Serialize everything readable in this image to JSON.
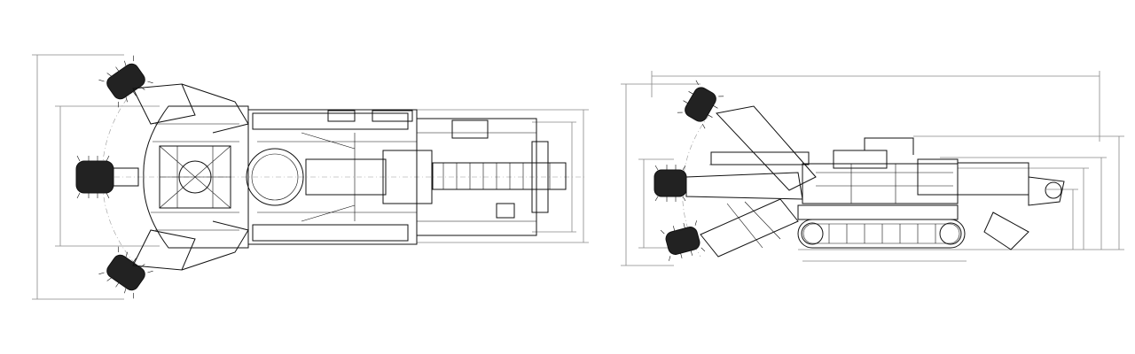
{
  "drawing": {
    "colors": {
      "background": "#ffffff",
      "line": "#111111",
      "dimension": "#888888"
    },
    "views": [
      {
        "id": "plan-view",
        "cutter_heads": 3
      },
      {
        "id": "side-view",
        "cutter_heads": 3
      }
    ]
  }
}
